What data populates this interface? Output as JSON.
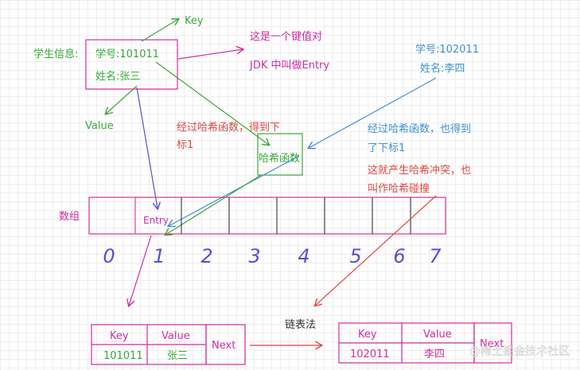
{
  "colors": {
    "green": "#3aa83a",
    "magenta": "#d12ca0",
    "red": "#e0473e",
    "blue": "#3d8fd6",
    "purple": "#5a4fd0",
    "pink_box": "#d6338f",
    "gray": "#8a8a8a",
    "black": "#333333"
  },
  "labels": {
    "student_info": "学生信息:",
    "student_id": "学号:101011",
    "student_name": "姓名:张三",
    "key_label": "Key",
    "value_label": "Value",
    "kv_pair": "这是一个键值对",
    "jdk_entry": "JDK 中叫做Entry",
    "second_id": "学号:102011",
    "second_name": "姓名:李四",
    "hash_note_1": "经过哈希函数，得到下",
    "hash_note_2": "标1",
    "hash_note2_1": "经过哈希函数，也得到",
    "hash_note2_2": "了下标1",
    "collision_1": "这就产生哈希冲突，也",
    "collision_2": "叫作哈希碰撞",
    "hash_func": "哈希函数",
    "array_label": "数组",
    "entry_in_cell": "Entry",
    "chaining": "链表法",
    "watermark": "@稀土掘金技术社区"
  },
  "array": {
    "indices": [
      "0",
      "1",
      "2",
      "3",
      "4",
      "5",
      "6",
      "7"
    ]
  },
  "node1": {
    "key_header": "Key",
    "value_header": "Value",
    "key": "101011",
    "value": "张三",
    "next": "Next"
  },
  "node2": {
    "key_header": "Key",
    "value_header": "Value",
    "key": "102011",
    "value": "李四",
    "next": "Next"
  }
}
